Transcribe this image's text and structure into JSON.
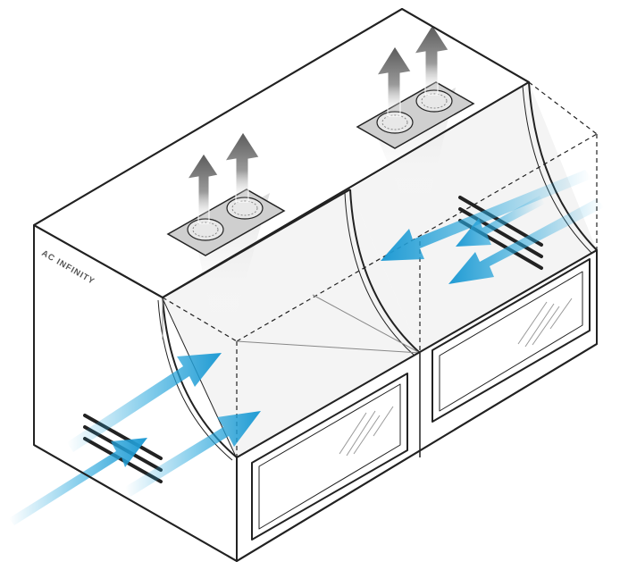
{
  "brand": {
    "label": "AC INFINITY"
  },
  "colors": {
    "outline": "#222222",
    "intake_arrow": "#29a8dd",
    "exhaust_arrow": "#6f6f6f",
    "fan_housing": "#cfcfcf"
  },
  "diagram": {
    "subject": "grow-tent",
    "exhaust_fans": 2,
    "intake_vents": 2,
    "front_windows": 2
  }
}
